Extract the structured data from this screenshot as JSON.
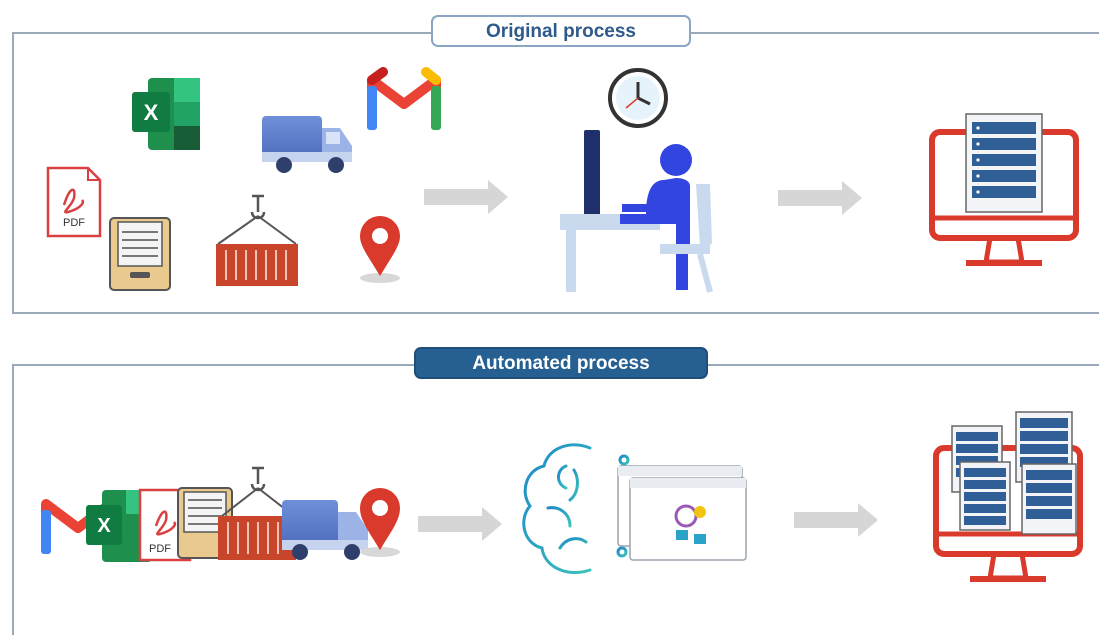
{
  "sections": {
    "original": {
      "title": "Original process"
    },
    "automated": {
      "title": "Automated process"
    }
  },
  "icon_labels": {
    "excel": "X",
    "pdf": "PDF"
  },
  "colors": {
    "frame": "#9aaabb",
    "title_dark": "#265f91",
    "title_text_light": "#2e5a8c",
    "arrow": "#d6d6d6",
    "monitor_red": "#d93a2b",
    "person_blue": "#3345e0",
    "brain_teal": "#2aa3c9"
  }
}
